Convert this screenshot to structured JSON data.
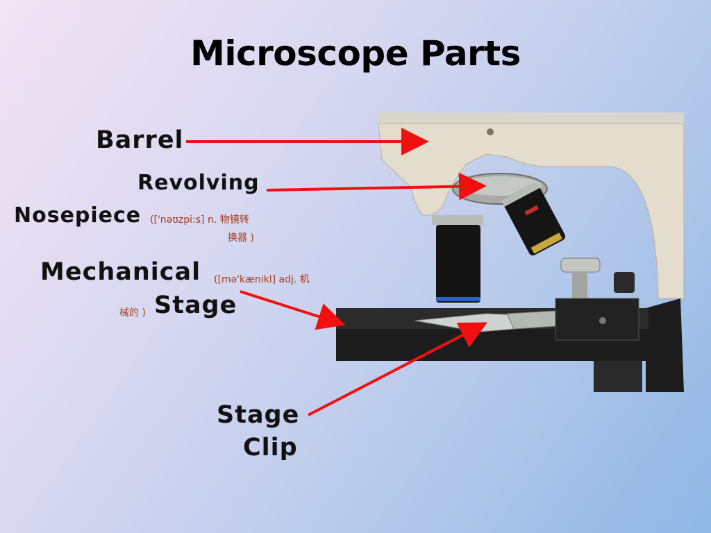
{
  "slide": {
    "title": "Microscope Parts"
  },
  "labels": {
    "barrel": "Barrel",
    "revolving": "Revolving",
    "nosepiece": "Nosepiece",
    "nosepiece_phonetic_1": "(['nəʊzpi:s] n. 物镜转",
    "nosepiece_phonetic_2": "换器 )",
    "mechanical": "Mechanical",
    "mechanical_phonetic_1": "([mə'kænikl] adj.  机",
    "mechanical_phonetic_2": "械的 )",
    "stage": "Stage",
    "stage_clip_1": "Stage",
    "stage_clip_2": "Clip"
  },
  "colors": {
    "arrow": "#f01010",
    "phonetic_text": "#a33b1c",
    "body_cream": "#e4dccd",
    "stage_black": "#1c1c1c"
  }
}
